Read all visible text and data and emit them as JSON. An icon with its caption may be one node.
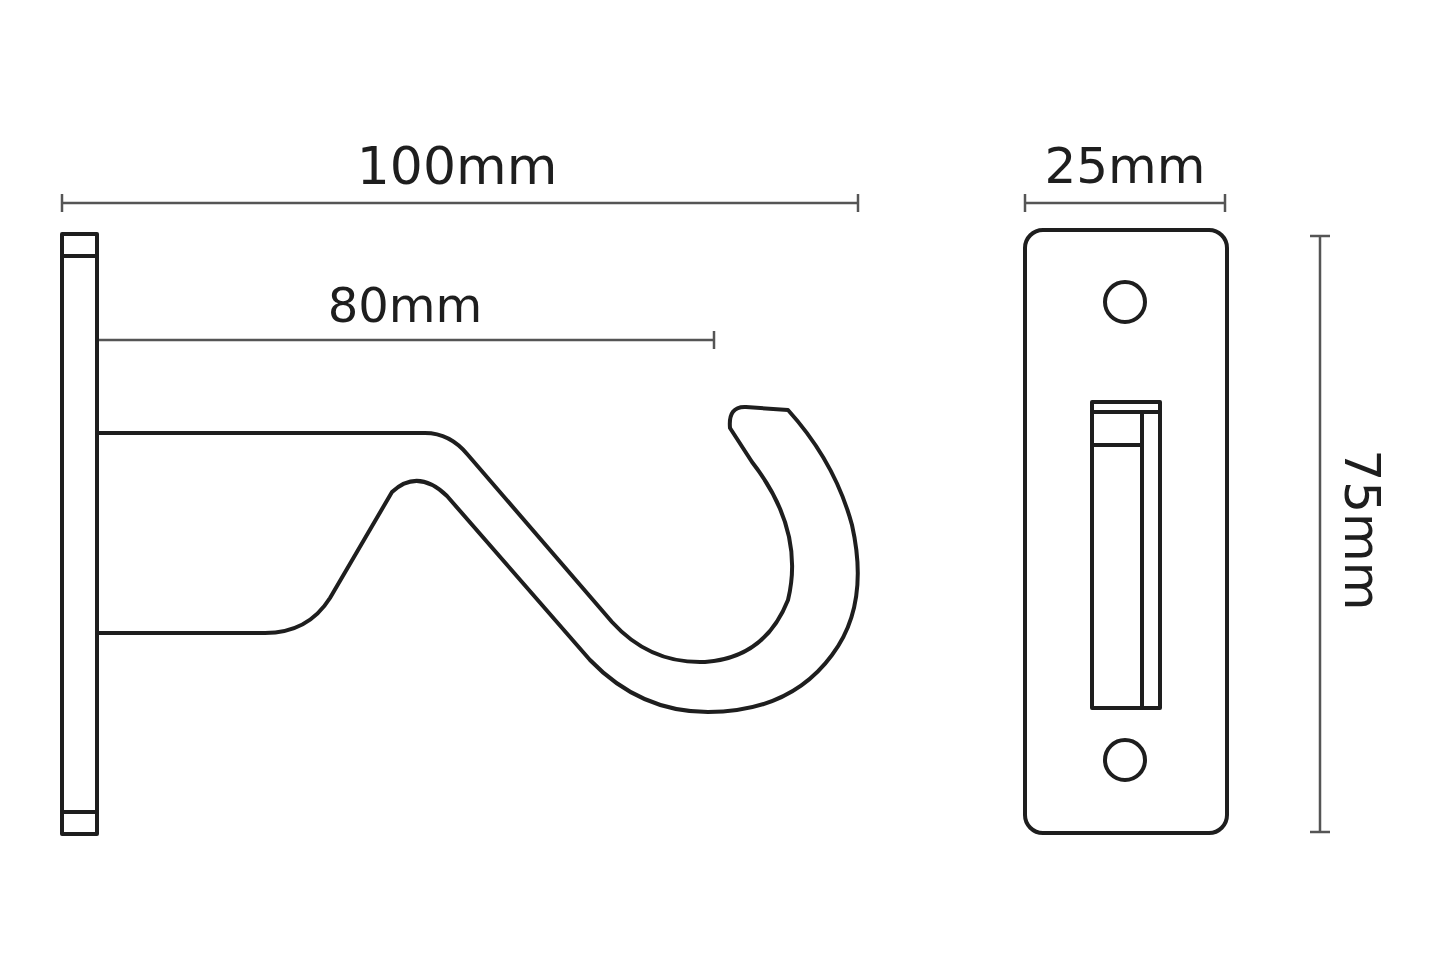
{
  "diagram": {
    "labels": [
      "100mm",
      "80mm",
      "25mm",
      "75mm"
    ]
  }
}
